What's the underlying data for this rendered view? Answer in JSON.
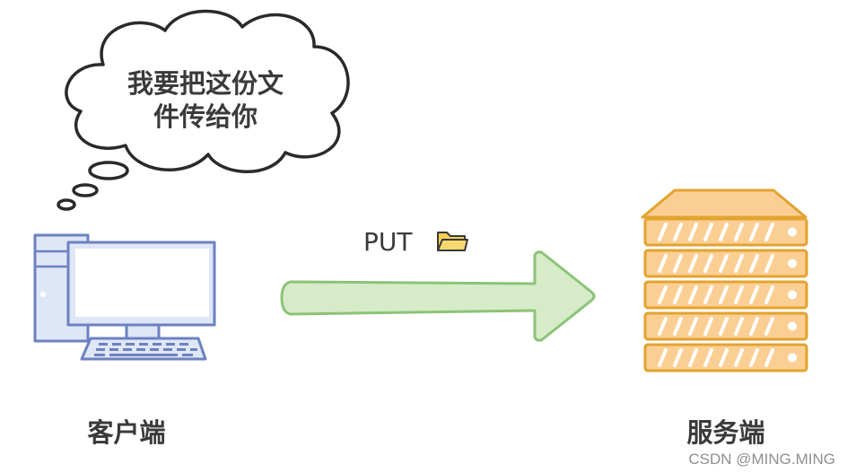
{
  "speech_bubble": {
    "line1": "我要把这份文",
    "line2": "件传给你"
  },
  "client": {
    "label": "客户端",
    "icon": "desktop-computer-icon"
  },
  "server": {
    "label": "服务端",
    "icon": "server-rack-icon"
  },
  "request": {
    "method": "PUT",
    "icon": "folder-icon",
    "direction": "client-to-server"
  },
  "watermark": "CSDN @MING.MING",
  "colors": {
    "text": "#3a3a3a",
    "computer_stroke": "#6c82c0",
    "computer_fill": "#dfe6f6",
    "arrow_stroke": "#8cc377",
    "arrow_fill": "#d6ecc9",
    "server_stroke": "#e3a330",
    "server_fill": "#fbcf94",
    "folder_fill": "#f6cf55",
    "folder_stroke": "#3a3a3a"
  }
}
